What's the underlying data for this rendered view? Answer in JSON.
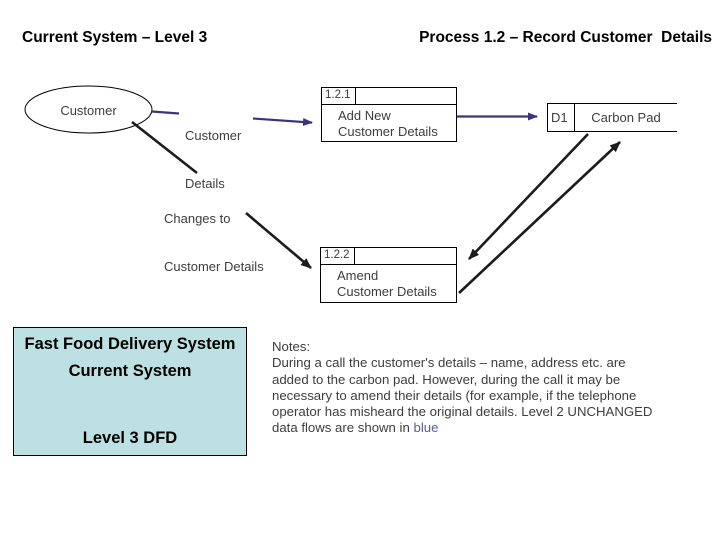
{
  "slide": {
    "title_left": "Current System – Level 3",
    "title_right": "Process 1.2 – Record Customer  Details"
  },
  "diagram": {
    "entity_customer": "Customer",
    "flow_customer_details": {
      "line1": "Customer",
      "line2": "Details"
    },
    "flow_changes": {
      "line1": "Changes to",
      "line2": "Customer Details"
    },
    "process_add": {
      "id": "1.2.1",
      "line1": "Add New",
      "line2": "Customer Details"
    },
    "process_amend": {
      "id": "1.2.2",
      "line1": "Amend",
      "line2": "Customer Details"
    },
    "datastore": {
      "id": "D1",
      "name": "Carbon Pad"
    }
  },
  "legend": {
    "line1": "Fast Food Delivery System",
    "line2": "Current System",
    "line3": "Level 3 DFD"
  },
  "notes": {
    "heading": "Notes:",
    "lines": [
      "During a call the customer's details – name, address etc. are",
      "added to the carbon pad. However, during the call it may be",
      "necessary to amend their details (for example, if the telephone",
      "operator has misheard the original details. Level 2 UNCHANGED"
    ],
    "last_prefix": "data flows are shown in ",
    "last_word": "blue"
  },
  "colors": {
    "flow_unchanged_blue": "#36367f",
    "flow_black": "#1c1c1c",
    "legend_fill": "#bde0e2",
    "note_highlight_blue": "#5c5c99"
  }
}
